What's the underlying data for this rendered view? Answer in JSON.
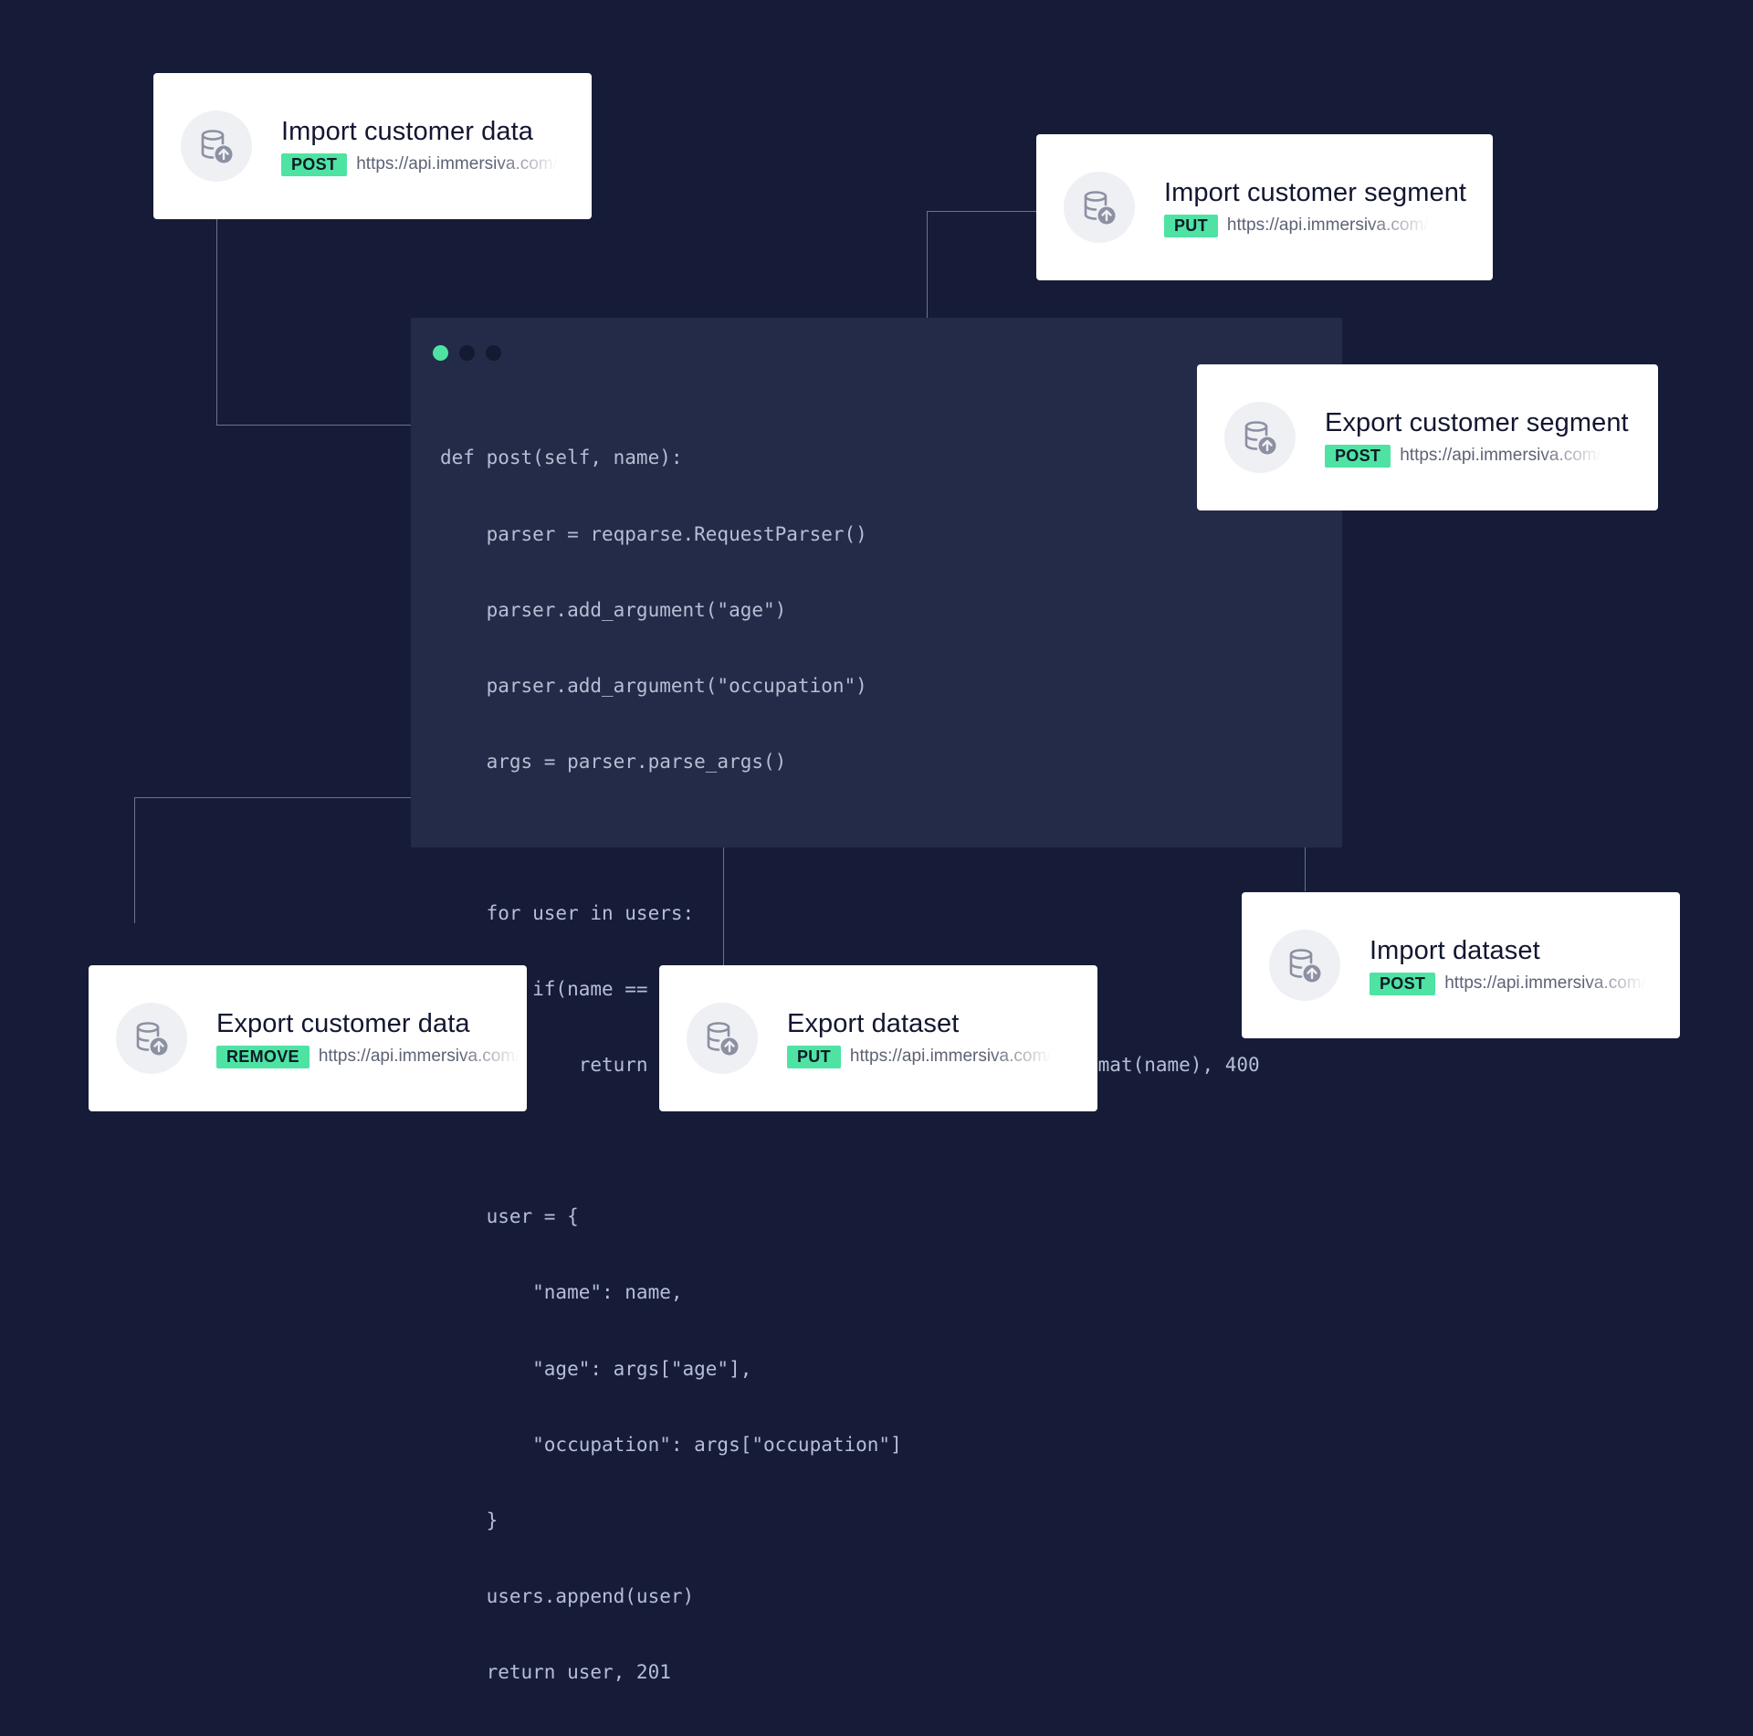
{
  "code_window": {
    "lines": [
      "def post(self, name):",
      "    parser = reqparse.RequestParser()",
      "    parser.add_argument(\"age\")",
      "    parser.add_argument(\"occupation\")",
      "    args = parser.parse_args()",
      "",
      "    for user in users:",
      "        if(name == user[\"name\"]):",
      "            return \"User with name {} already exists\".format(name), 400",
      "",
      "    user = {",
      "        \"name\": name,",
      "        \"age\": args[\"age\"],",
      "        \"occupation\": args[\"occupation\"]",
      "    }",
      "    users.append(user)",
      "    return user, 201"
    ]
  },
  "endpoints": [
    {
      "title": "Import customer data",
      "method": "POST",
      "url": "https://api.immersiva.com/"
    },
    {
      "title": "Import customer segment",
      "method": "PUT",
      "url": "https://api.immersiva.com/"
    },
    {
      "title": "Export customer segment",
      "method": "POST",
      "url": "https://api.immersiva.com/"
    },
    {
      "title": "Export customer data",
      "method": "REMOVE",
      "url": "https://api.immersiva.com/"
    },
    {
      "title": "Export dataset",
      "method": "PUT",
      "url": "https://api.immersiva.com/"
    },
    {
      "title": "Import dataset",
      "method": "POST",
      "url": "https://api.immersiva.com/"
    }
  ],
  "colors": {
    "background": "#161c38",
    "code_bg": "#232b48",
    "accent": "#4ee3a3",
    "card_bg": "#ffffff"
  },
  "icons": {
    "endpoint": "database-upload-icon"
  }
}
